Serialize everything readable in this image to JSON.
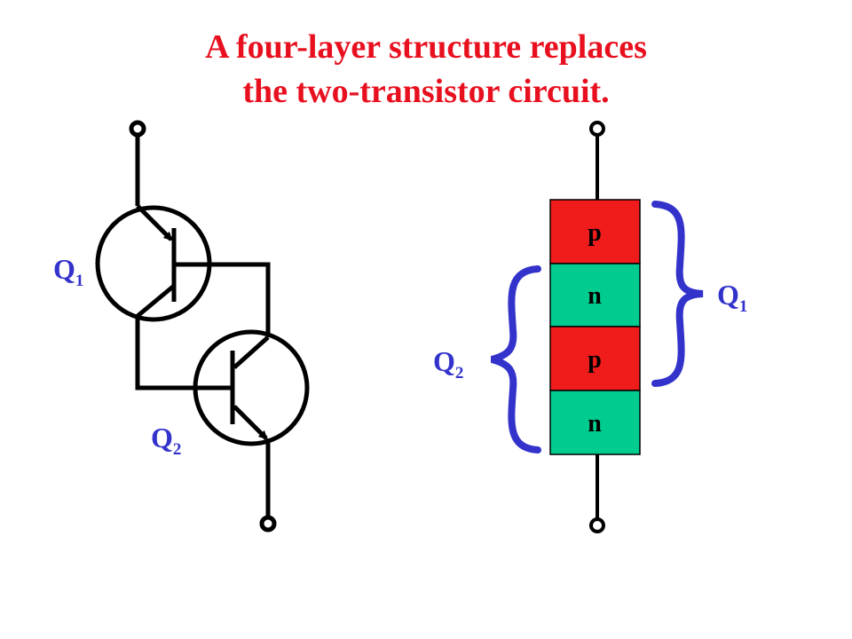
{
  "title": {
    "line1": "A four-layer structure replaces",
    "line2": "the two-transistor circuit."
  },
  "labels": {
    "q1_letter": "Q",
    "q1_sub": "1",
    "q2_letter": "Q",
    "q2_sub": "2"
  },
  "layers": [
    {
      "label": "p",
      "color": "#f01b1b"
    },
    {
      "label": "n",
      "color": "#00cc8f"
    },
    {
      "label": "p",
      "color": "#f01b1b"
    },
    {
      "label": "n",
      "color": "#00cc8f"
    }
  ],
  "colors": {
    "title": "#e8101f",
    "labels": "#3333cc",
    "brace": "#3333cc",
    "wire": "#000000"
  }
}
